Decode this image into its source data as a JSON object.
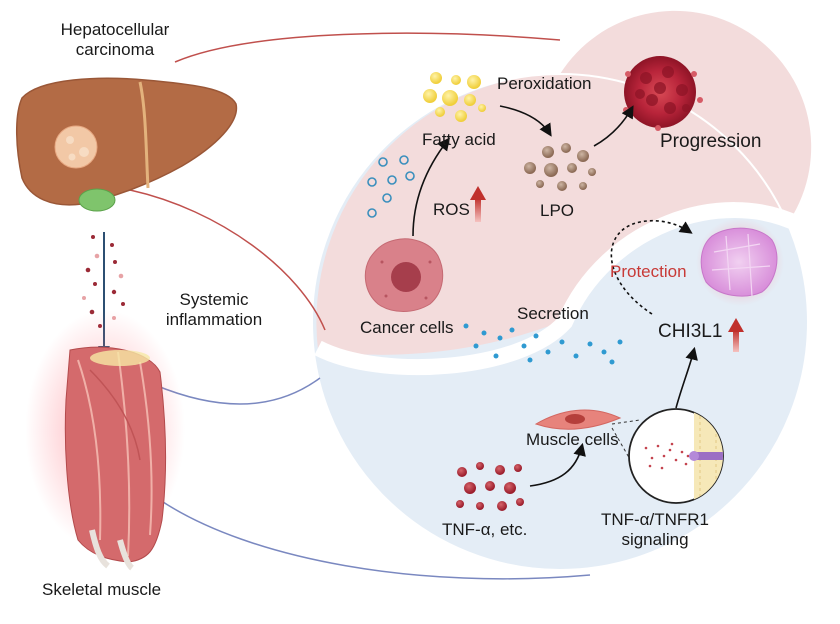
{
  "organs": {
    "liver_label_line1": "Hepatocellular",
    "liver_label_line2": "carcinoma",
    "muscle_label": "Skeletal muscle",
    "link_label_line1": "Systemic",
    "link_label_line2": "inflammation"
  },
  "tumor_panel": {
    "peroxidation": "Peroxidation",
    "fatty_acid": "Fatty acid",
    "progression": "Progression",
    "ros": "ROS",
    "lpo": "LPO",
    "cancer_cells": "Cancer cells",
    "secretion": "Secretion"
  },
  "muscle_panel": {
    "protection": "Protection",
    "chi3l1": "CHI3L1",
    "muscle_cells": "Muscle cells",
    "tnf": "TNF-α, etc.",
    "signaling_line1": "TNF-α/TNFR1",
    "signaling_line2": "signaling"
  },
  "colors": {
    "tumor_zone": "#f3dcdc",
    "muscle_zone": "#e4edf6",
    "up_arrow": "#c0302c",
    "protection_text": "#c83a37"
  }
}
